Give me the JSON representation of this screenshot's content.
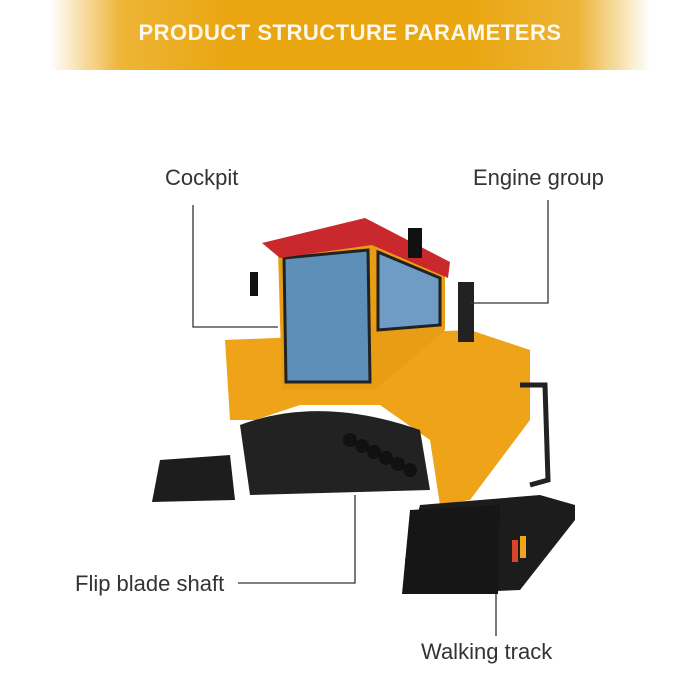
{
  "banner": {
    "title": "PRODUCT STRUCTURE PARAMETERS"
  },
  "labels": {
    "cockpit": "Cockpit",
    "engine_group": "Engine group",
    "flip_blade_shaft": "Flip blade shaft",
    "walking_track": "Walking track"
  },
  "colors": {
    "accent": "#e9a611",
    "machine_body": "#f0a419",
    "cab_roof": "#c9282d",
    "track": "#1c1c1c"
  }
}
